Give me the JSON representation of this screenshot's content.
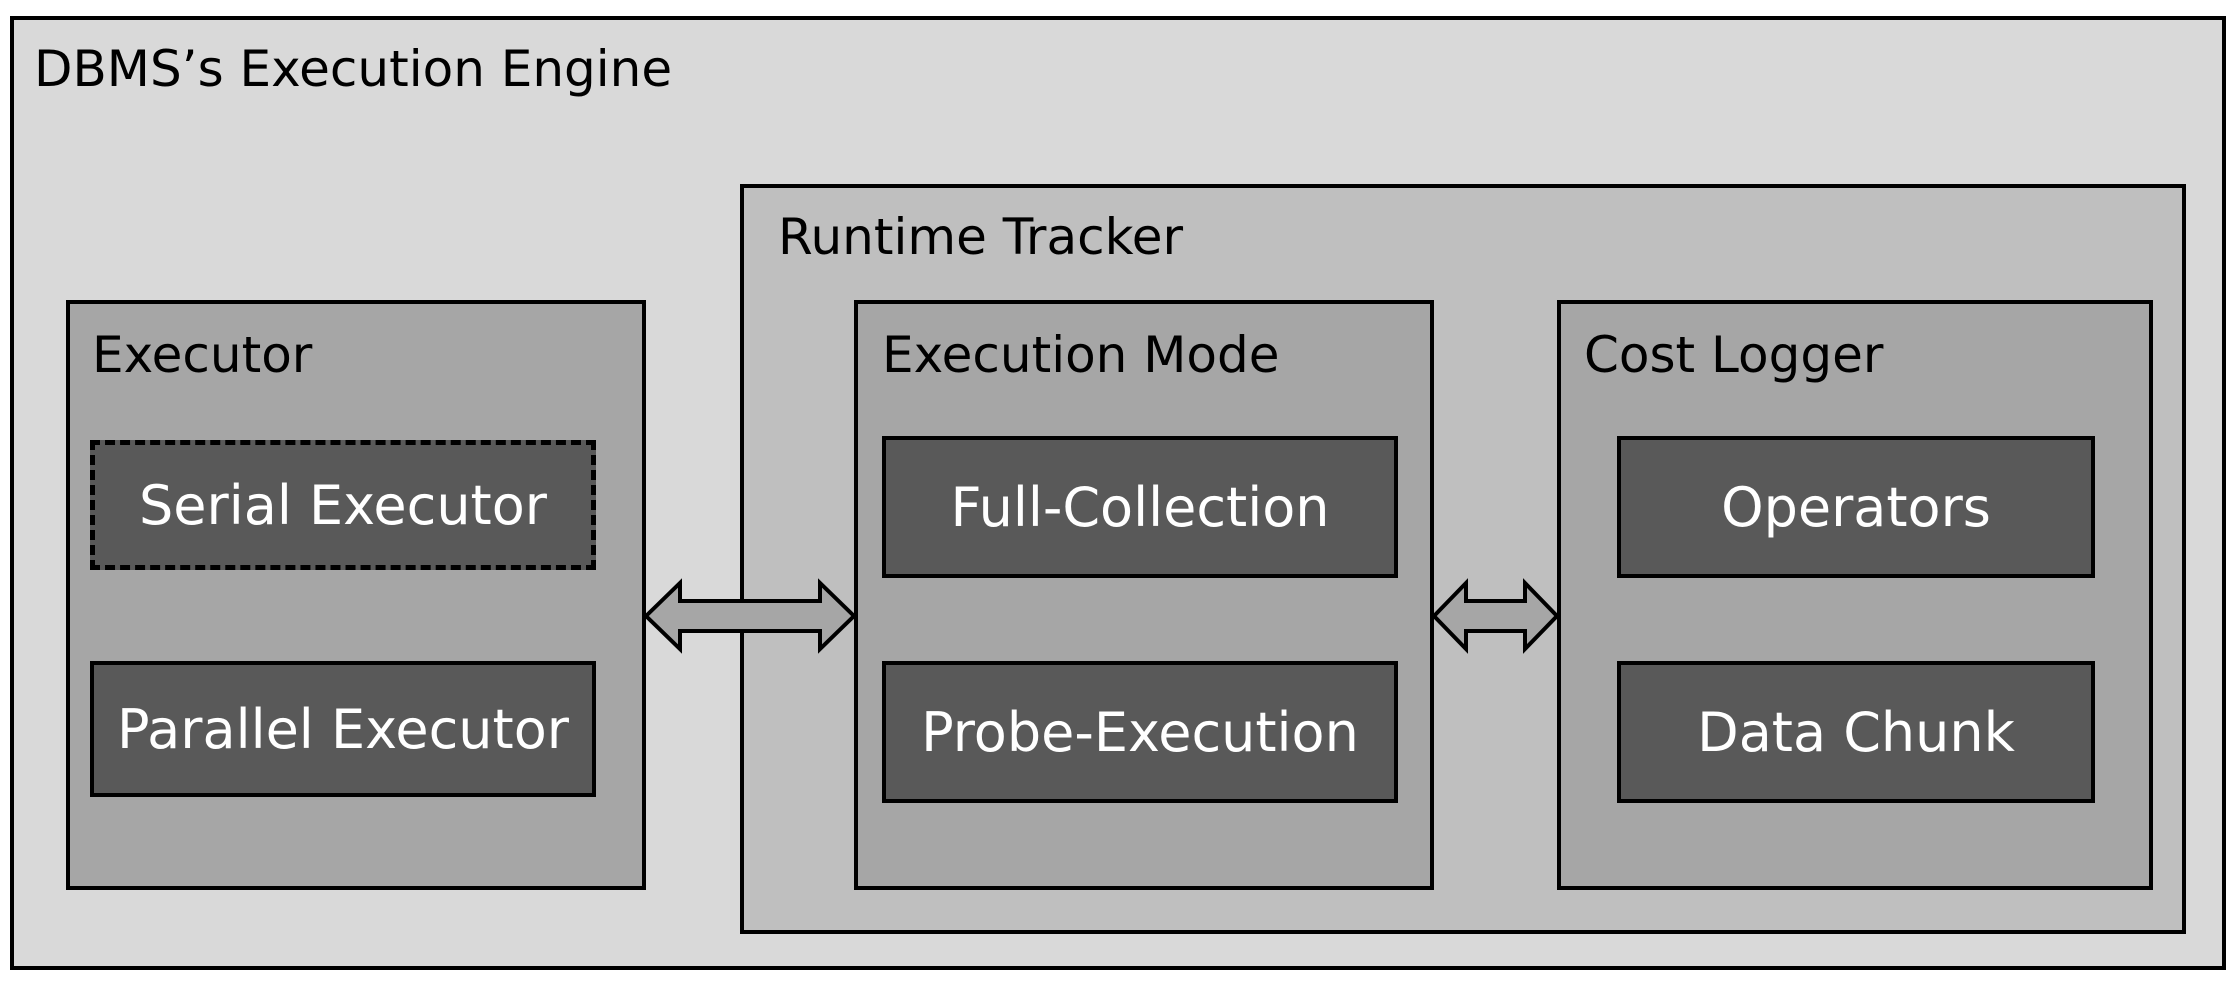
{
  "engine": {
    "title": "DBMS’s Execution Engine"
  },
  "executor": {
    "title": "Executor",
    "items": [
      "Serial Executor",
      "Parallel Executor"
    ]
  },
  "runtime_tracker": {
    "title": "Runtime Tracker",
    "execution_mode": {
      "title": "Execution Mode",
      "items": [
        "Full-Collection",
        "Probe-Execution"
      ]
    },
    "cost_logger": {
      "title": "Cost Logger",
      "items": [
        "Operators",
        "Data Chunk"
      ]
    }
  },
  "colors": {
    "engine_fill": "#d9d9d9",
    "tracker_fill": "#bfbfbf",
    "panel_fill": "#a6a6a6",
    "item_fill": "#595959",
    "item_text": "#ffffff",
    "border": "#000000"
  }
}
